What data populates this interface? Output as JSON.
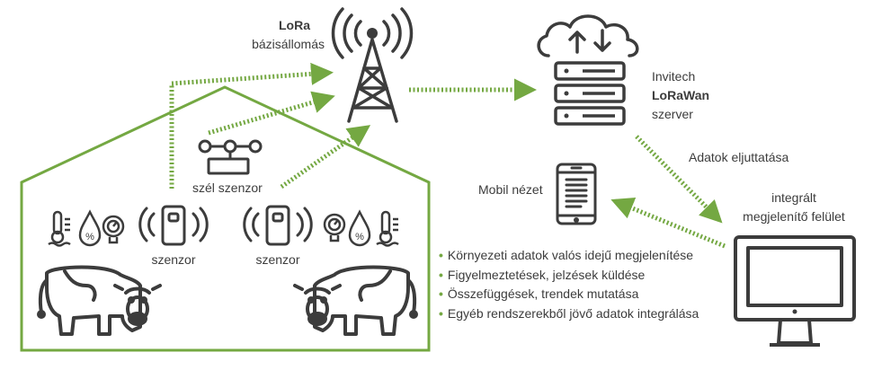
{
  "colors": {
    "green": "#74a842",
    "dark": "#3c3c3c"
  },
  "base_station": {
    "line1": "LoRa",
    "line2": "bázisállomás"
  },
  "server": {
    "line1": "Invitech",
    "line2": "LoRaWan",
    "line3": "szerver"
  },
  "wind_sensor_label": "szél szenzor",
  "sensor_label_left": "szenzor",
  "sensor_label_right": "szenzor",
  "mobile_label": "Mobil nézet",
  "data_delivery_label": "Adatok eljuttatása",
  "integrated_view": {
    "line1": "integrált",
    "line2": "megjelenítő felület"
  },
  "bullets": [
    "Környezeti adatok valós idejű megjelenítése",
    "Figyelmeztetések, jelzések küldése",
    "Összefüggések, trendek mutatása",
    "Egyéb rendszerekből jövő adatok integrálása"
  ],
  "gauge_percent": "%",
  "icons": [
    "lora-tower-icon",
    "cloud-icon",
    "server-rack-icon",
    "wind-sensor-icon",
    "lora-sensor-icon",
    "thermometer-icon",
    "humidity-drop-icon",
    "pressure-gauge-icon",
    "smartphone-icon",
    "monitor-icon",
    "cow-icon",
    "barn-outline"
  ]
}
